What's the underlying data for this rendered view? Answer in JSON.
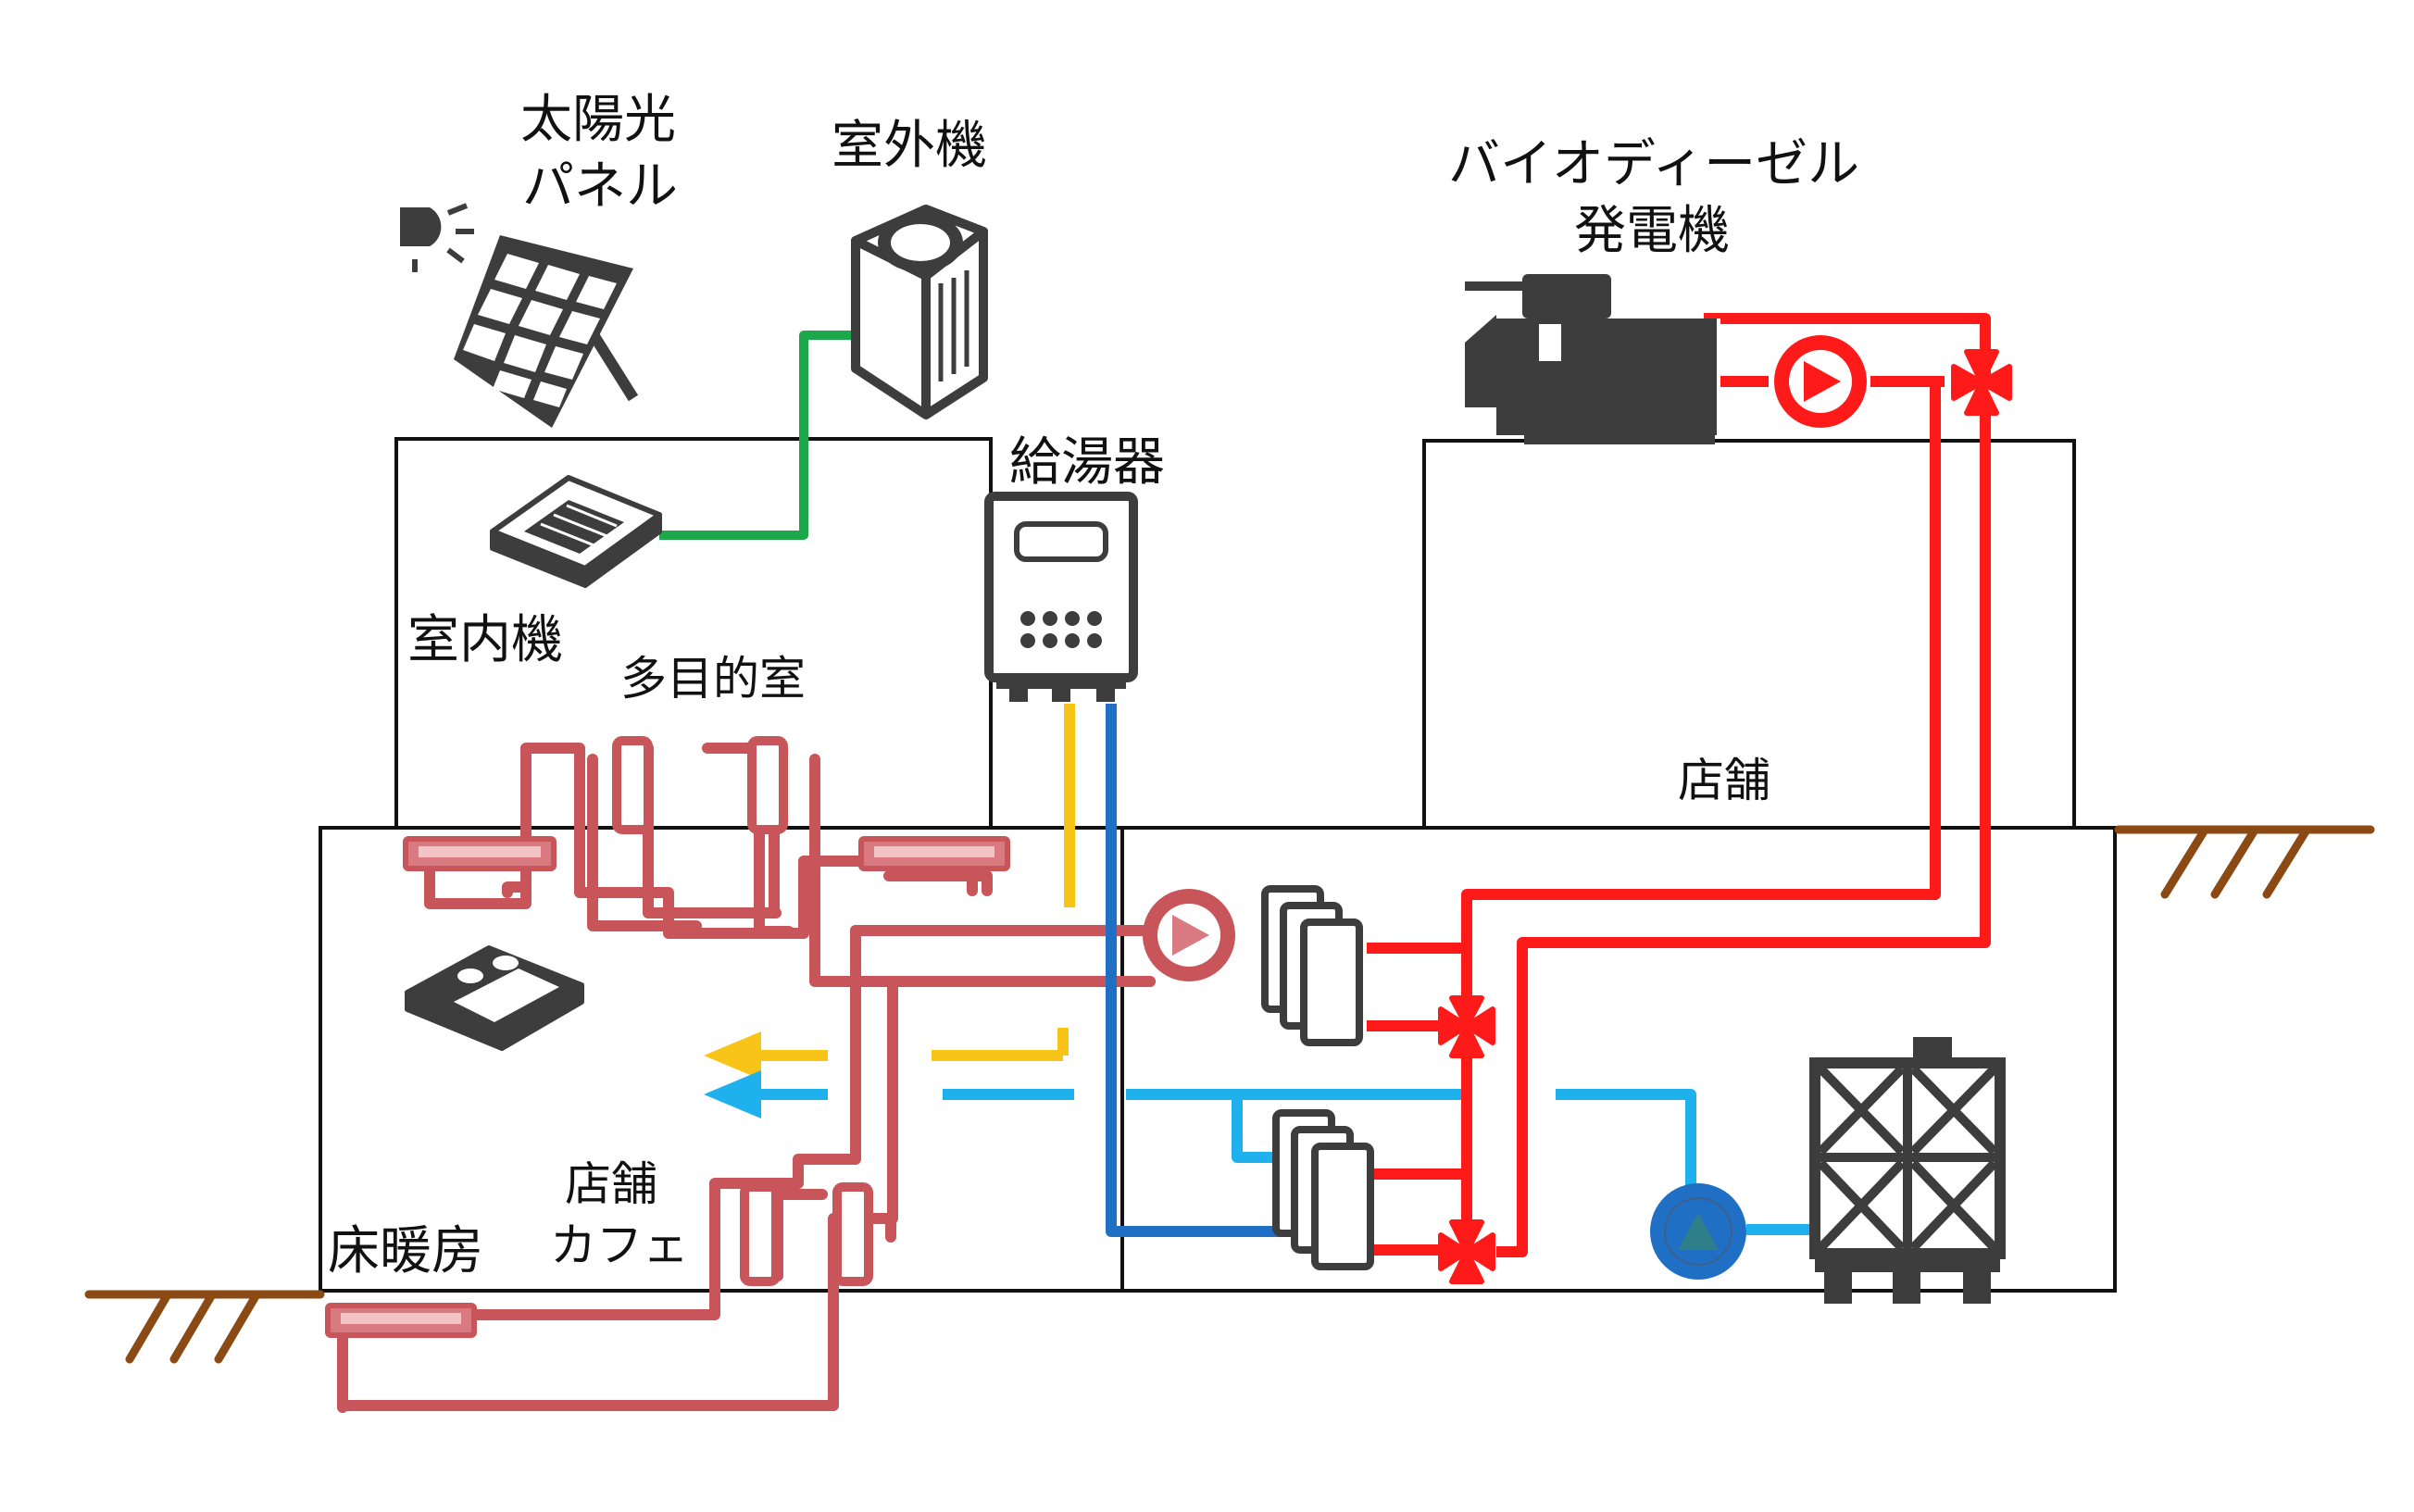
{
  "labels": {
    "solar_panel": [
      "太陽光",
      "パネル"
    ],
    "outdoor_unit": "室外機",
    "water_heater": "給湯器",
    "biodiesel_generator": [
      "バイオディーゼル",
      "発電機"
    ],
    "indoor_unit": "室内機",
    "multipurpose_room": "多目的室",
    "store_upper": "店舗",
    "store_cafe": [
      "店舗",
      "カフェ"
    ],
    "floor_heating": "床暖房"
  },
  "colors": {
    "hot_water_red": "#ff1a1a",
    "floor_heating_pipe": "#c8555a",
    "floor_panel": "#d97a80",
    "refrigerant_green": "#1aa84a",
    "hot_supply_yellow": "#f7c417",
    "cold_blue_dark": "#1f6fc4",
    "cold_blue_light": "#1fb0ee",
    "equipment_dark": "#3d3d3d",
    "ground_brown": "#8b4a14"
  },
  "icons": [
    "sun-icon",
    "solar-panel-icon",
    "outdoor-unit-icon",
    "ceiling-cassette-icon",
    "water-heater-icon",
    "generator-icon",
    "pump-icon",
    "three-way-valve-icon",
    "heat-exchanger-icon",
    "water-tank-icon",
    "ventilation-unit-icon"
  ]
}
